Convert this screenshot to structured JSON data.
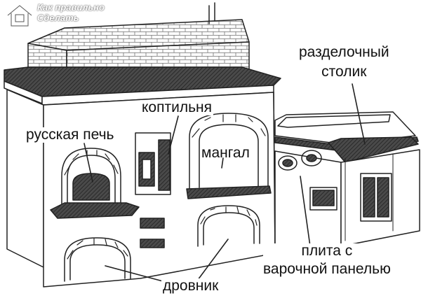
{
  "watermark": {
    "line1": "Как правильно",
    "line2": "Сделать",
    "icon": "house-logo-icon"
  },
  "labels": {
    "russian_stove": "русская печь",
    "smokehouse": "коптильня",
    "grill": "мангал",
    "cutting_table": [
      "разделочный",
      "столик"
    ],
    "cooktop": [
      "плита с",
      "варочной панелью"
    ],
    "woodshed": "дровник"
  },
  "colors": {
    "ink": "#222222",
    "countertop": "#555555",
    "background": "#ffffff"
  }
}
